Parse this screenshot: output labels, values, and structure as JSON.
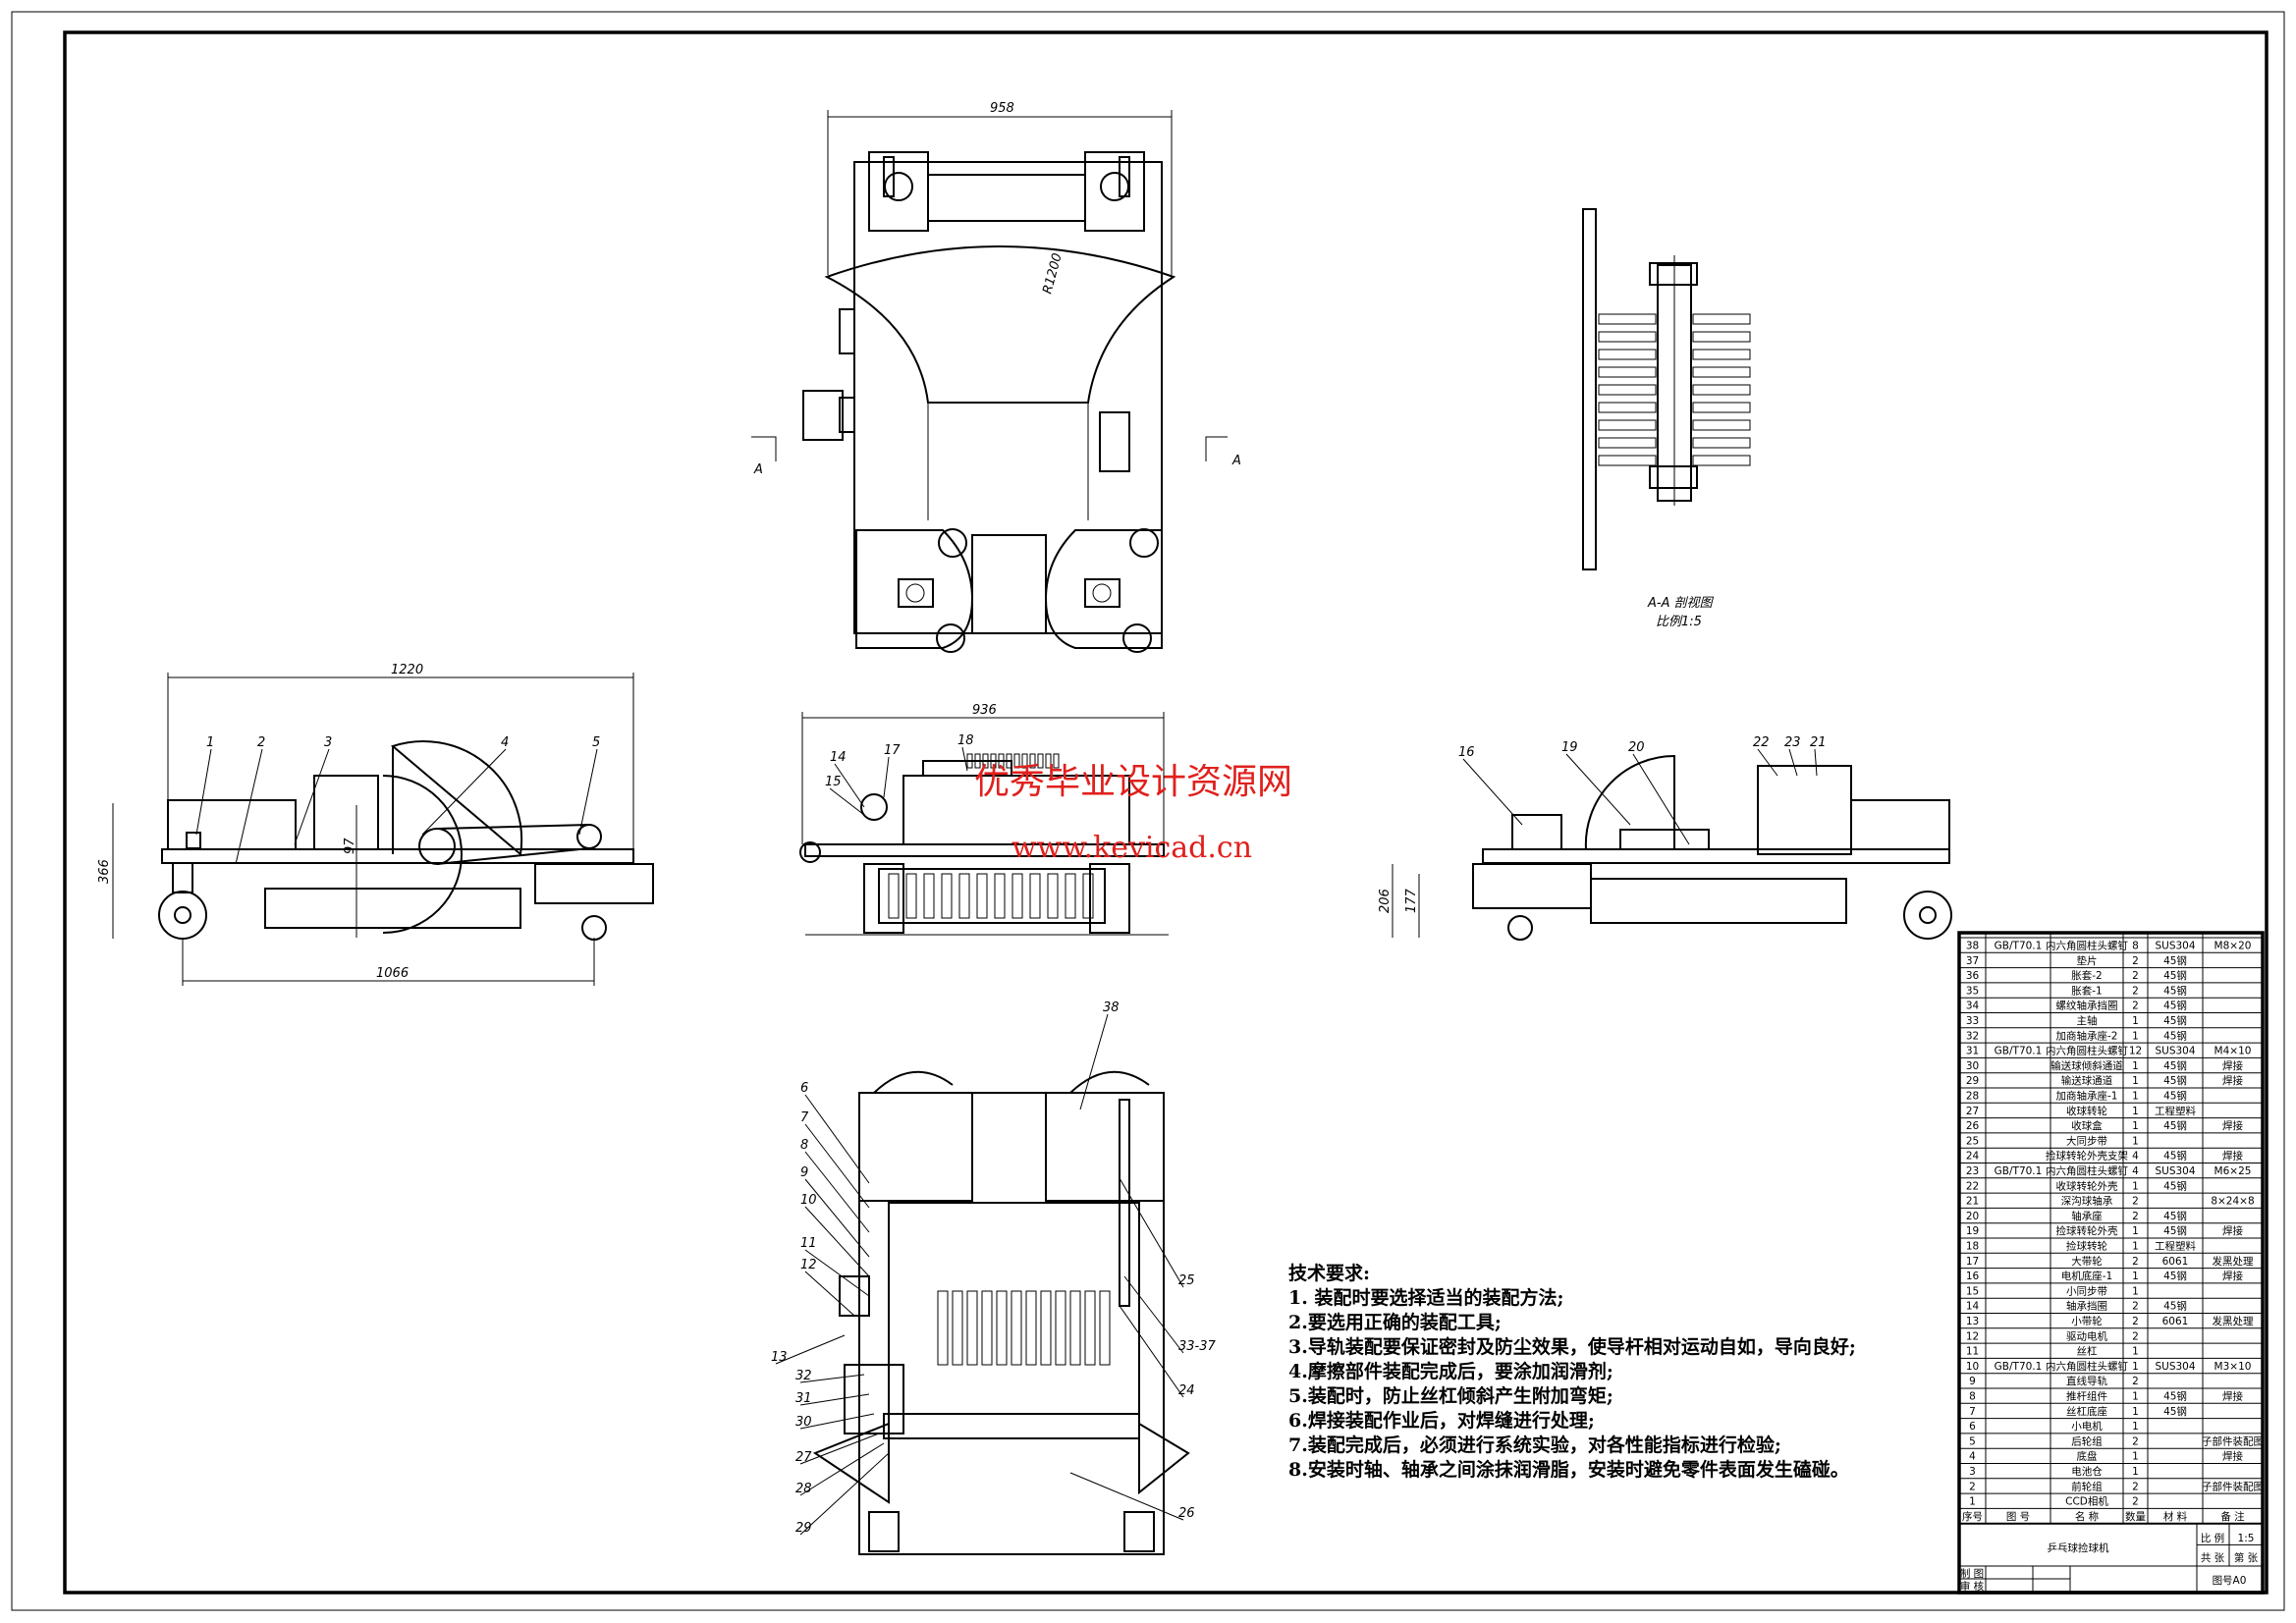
{
  "views": {
    "top": {
      "dims": [
        "958",
        "R1200"
      ],
      "section_marks": [
        "A",
        "A"
      ]
    },
    "section": {
      "label": "A-A 剖视图",
      "scale": "比例1:5"
    },
    "left": {
      "dims": [
        "1220",
        "366",
        "97",
        "1066"
      ],
      "callouts": [
        "1",
        "2",
        "3",
        "4",
        "5"
      ]
    },
    "front": {
      "dims": [
        "936"
      ],
      "callouts": [
        "14",
        "15",
        "17",
        "18"
      ]
    },
    "right": {
      "dims": [
        "206",
        "177"
      ],
      "callouts": [
        "16",
        "19",
        "20",
        "22",
        "23",
        "21"
      ]
    },
    "bottom": {
      "callouts": [
        "38",
        "6",
        "7",
        "8",
        "9",
        "10",
        "11",
        "12",
        "13",
        "32",
        "31",
        "30",
        "27",
        "28",
        "29",
        "25",
        "33-37",
        "24",
        "26"
      ]
    }
  },
  "watermark": {
    "line1": "优秀毕业设计资源网",
    "line2": "www.kevicad.cn"
  },
  "requirements": {
    "title": "技术要求:",
    "items": [
      "1. 装配时要选择适当的装配方法;",
      "2.要选用正确的装配工具;",
      "3.导轨装配要保证密封及防尘效果，使导杆相对运动自如，导向良好;",
      "4.摩擦部件装配完成后，要涂加润滑剂;",
      "5.装配时，防止丝杠倾斜产生附加弯矩;",
      "6.焊接装配作业后，对焊缝进行处理;",
      "7.装配完成后，必须进行系统实验，对各性能指标进行检验;",
      "8.安装时轴、轴承之间涂抹润滑脂，安装时避免零件表面发生磕碰。"
    ]
  },
  "bom": {
    "headers": [
      "序号",
      "图 号",
      "名 称",
      "数量",
      "材 料",
      "备 注"
    ],
    "rows": [
      [
        "38",
        "GB/T70.1",
        "内六角圆柱头螺钉",
        "8",
        "SUS304",
        "M8×20"
      ],
      [
        "37",
        "",
        "垫片",
        "2",
        "45钢",
        ""
      ],
      [
        "36",
        "",
        "胀套-2",
        "2",
        "45钢",
        ""
      ],
      [
        "35",
        "",
        "胀套-1",
        "2",
        "45钢",
        ""
      ],
      [
        "34",
        "",
        "螺纹轴承挡圈",
        "2",
        "45钢",
        ""
      ],
      [
        "33",
        "",
        "主轴",
        "1",
        "45钢",
        ""
      ],
      [
        "32",
        "",
        "加商轴承座-2",
        "1",
        "45钢",
        ""
      ],
      [
        "31",
        "GB/T70.1",
        "内六角圆柱头螺钉",
        "12",
        "SUS304",
        "M4×10"
      ],
      [
        "30",
        "",
        "输送球倾斜通道",
        "1",
        "45钢",
        "焊接"
      ],
      [
        "29",
        "",
        "输送球通道",
        "1",
        "45钢",
        "焊接"
      ],
      [
        "28",
        "",
        "加商轴承座-1",
        "1",
        "45钢",
        ""
      ],
      [
        "27",
        "",
        "收球转轮",
        "1",
        "工程塑料",
        ""
      ],
      [
        "26",
        "",
        "收球盒",
        "1",
        "45钢",
        "焊接"
      ],
      [
        "25",
        "",
        "大同步带",
        "1",
        "",
        ""
      ],
      [
        "24",
        "",
        "捡球转轮外壳支架",
        "4",
        "45钢",
        "焊接"
      ],
      [
        "23",
        "GB/T70.1",
        "内六角圆柱头螺钉",
        "4",
        "SUS304",
        "M6×25"
      ],
      [
        "22",
        "",
        "收球转轮外壳",
        "1",
        "45钢",
        ""
      ],
      [
        "21",
        "",
        "深沟球轴承",
        "2",
        "",
        "8×24×8"
      ],
      [
        "20",
        "",
        "轴承座",
        "2",
        "45钢",
        ""
      ],
      [
        "19",
        "",
        "捡球转轮外壳",
        "1",
        "45钢",
        "焊接"
      ],
      [
        "18",
        "",
        "捡球转轮",
        "1",
        "工程塑料",
        ""
      ],
      [
        "17",
        "",
        "大带轮",
        "2",
        "6061",
        "发黑处理"
      ],
      [
        "16",
        "",
        "电机底座-1",
        "1",
        "45钢",
        "焊接"
      ],
      [
        "15",
        "",
        "小同步带",
        "1",
        "",
        ""
      ],
      [
        "14",
        "",
        "轴承挡圈",
        "2",
        "45钢",
        ""
      ],
      [
        "13",
        "",
        "小带轮",
        "2",
        "6061",
        "发黑处理"
      ],
      [
        "12",
        "",
        "驱动电机",
        "2",
        "",
        ""
      ],
      [
        "11",
        "",
        "丝杠",
        "1",
        "",
        ""
      ],
      [
        "10",
        "GB/T70.1",
        "内六角圆柱头螺钉",
        "1",
        "SUS304",
        "M3×10"
      ],
      [
        "9",
        "",
        "直线导轨",
        "2",
        "",
        ""
      ],
      [
        "8",
        "",
        "推杆组件",
        "1",
        "45钢",
        "焊接"
      ],
      [
        "7",
        "",
        "丝杠底座",
        "1",
        "45钢",
        ""
      ],
      [
        "6",
        "",
        "小电机",
        "1",
        "",
        ""
      ],
      [
        "5",
        "",
        "后轮组",
        "2",
        "",
        "子部件装配图"
      ],
      [
        "4",
        "",
        "底盘",
        "1",
        "",
        "焊接"
      ],
      [
        "3",
        "",
        "电池仓",
        "1",
        "",
        ""
      ],
      [
        "2",
        "",
        "前轮组",
        "2",
        "",
        "子部件装配图"
      ],
      [
        "1",
        "",
        "CCD相机",
        "2",
        "",
        ""
      ]
    ]
  },
  "title_block": {
    "name": "乒乓球捡球机",
    "scale_label": "比 例",
    "scale": "1:5",
    "sheets_total": "共 张",
    "sheet_no": "第 张",
    "drawn_by": "制 图",
    "checked_by": "审 核",
    "drawing_no": "图号A0"
  }
}
